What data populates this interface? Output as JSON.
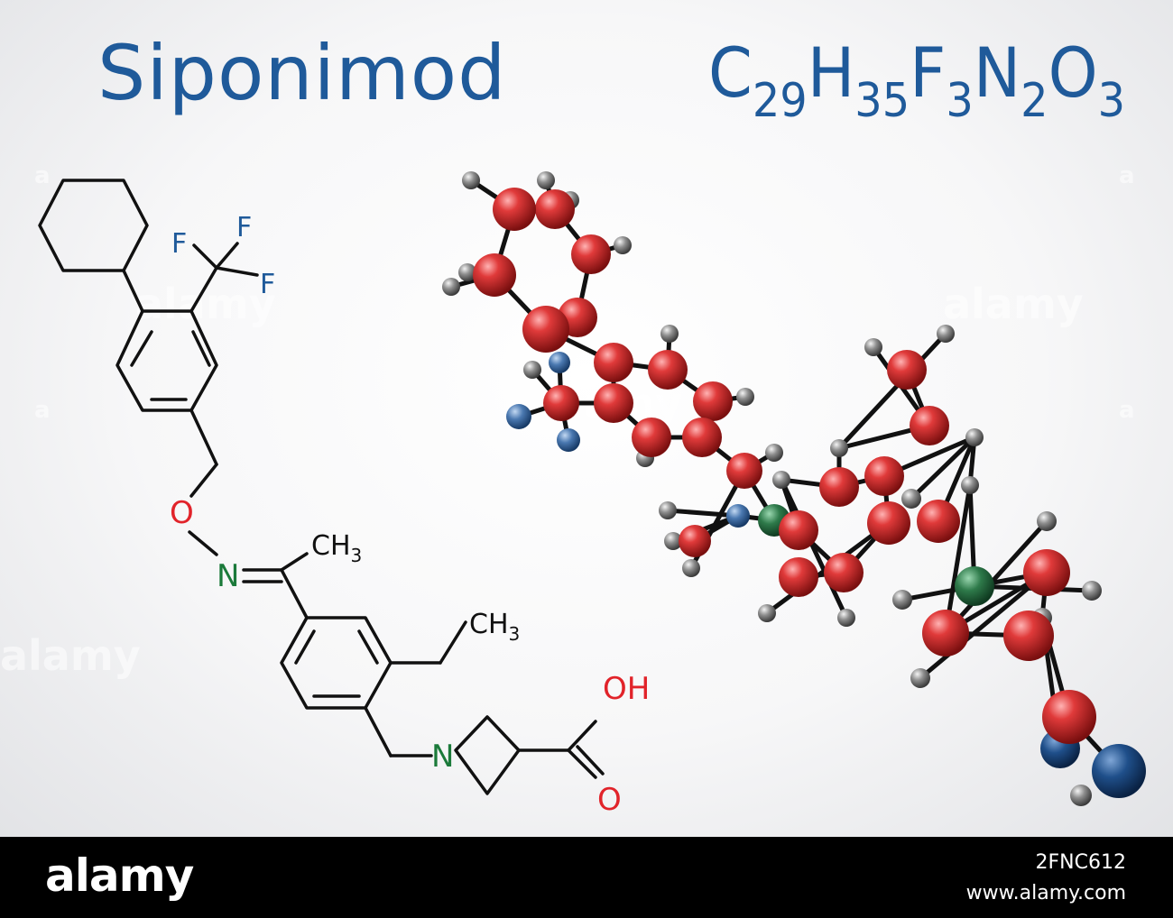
{
  "title": "Siponimod",
  "formula": {
    "parts": [
      {
        "el": "C",
        "n": "29"
      },
      {
        "el": "H",
        "n": "35"
      },
      {
        "el": "F",
        "n": "3"
      },
      {
        "el": "N",
        "n": "2"
      },
      {
        "el": "O",
        "n": "3"
      }
    ]
  },
  "structure_labels": {
    "f1": "F",
    "f2": "F",
    "f3": "F",
    "o_ether": "O",
    "n_oxime": "N",
    "ch3_a": "CH",
    "ch3_a_sub": "3",
    "ch3_b": "CH",
    "ch3_b_sub": "3",
    "n_azetidine": "N",
    "oh": "OH",
    "o_carbonyl": "O"
  },
  "colors": {
    "title": "#1f5a9a",
    "bond": "#111111",
    "fluorine": "#1f5a9a",
    "oxygen": "#e1232a",
    "nitrogen": "#1b7a3a",
    "atom_carbon": "#d42a2a",
    "atom_hydrogen": "#8a8a8a",
    "atom_nitrogen": "#2c6d45",
    "atom_fluorine": "#3f6ea8"
  },
  "watermark": {
    "text": "alamy",
    "letter": "a"
  },
  "footer": {
    "logo": "alamy",
    "image_id": "2FNC612",
    "url": "www.alamy.com"
  }
}
